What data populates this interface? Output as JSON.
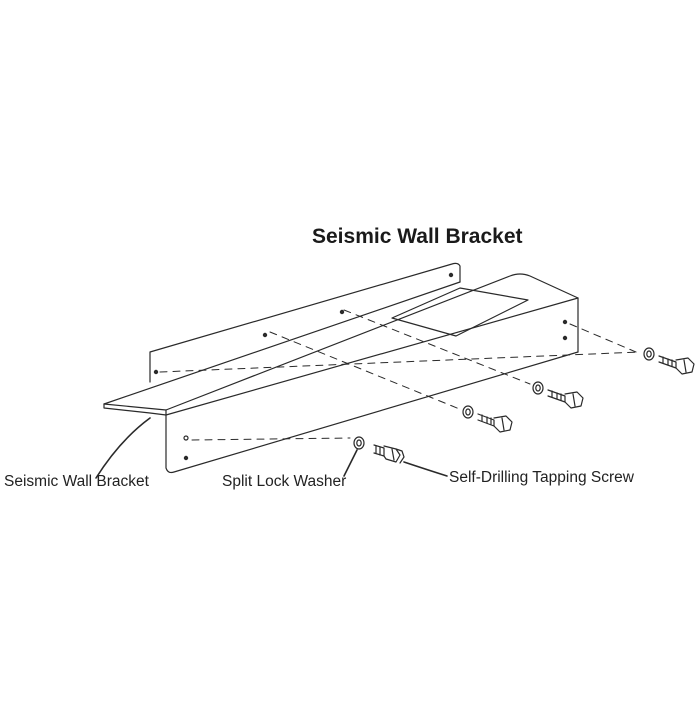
{
  "diagram": {
    "title": "Seismic Wall Bracket",
    "labels": {
      "bracket": "Seismic Wall Bracket",
      "washer": "Split Lock Washer",
      "screw": "Self-Drilling Tapping Screw"
    },
    "line_color": "#2a2a2a"
  }
}
